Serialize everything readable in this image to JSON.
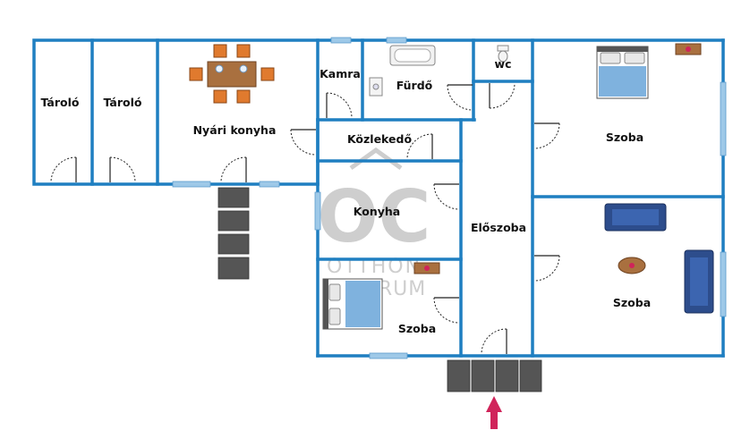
{
  "rooms": {
    "storage_1": "Tároló",
    "storage_2": "Tároló",
    "summer_kitchen": "Nyári konyha",
    "pantry": "Kamra",
    "bathroom": "Fürdő",
    "wc": "wc",
    "corridor": "Közlekedő",
    "kitchen": "Konyha",
    "hall": "Előszoba",
    "room_top_right": "Szoba",
    "room_mid_right": "Szoba",
    "room_bottom_left": "Szoba"
  },
  "watermark": {
    "monogram": "OC",
    "line1": "OTTHON",
    "line2": "CENTRUM"
  },
  "colors": {
    "wall": "#1f7fc1",
    "window": "#9ec9e8",
    "entrance_arrow": "#d0245a",
    "steps": "#555555"
  }
}
